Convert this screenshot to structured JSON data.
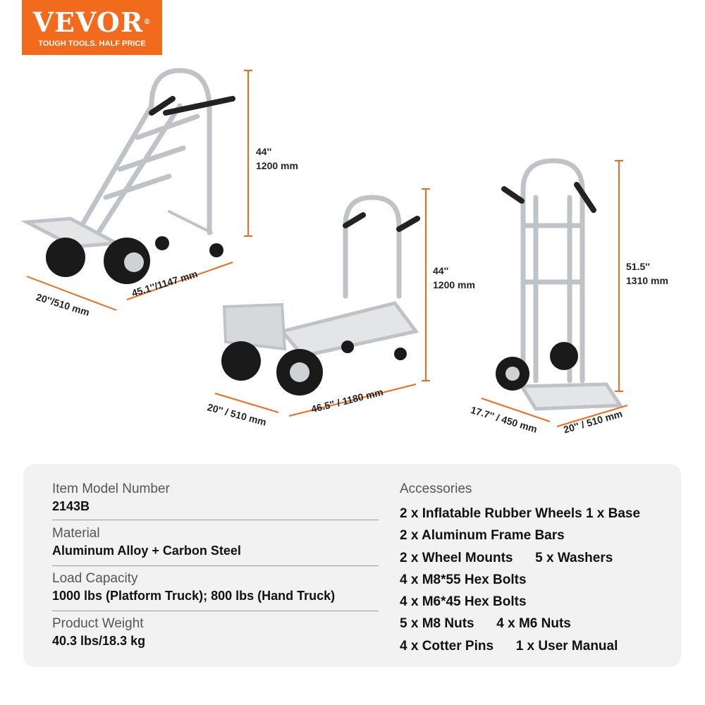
{
  "logo": {
    "brand": "VEVOR",
    "registered": "®",
    "tagline": "TOUGH TOOLS. HALF PRICE"
  },
  "accent_color": "#f26a1b",
  "dimensions": {
    "left_height": [
      "44''",
      "1200 mm"
    ],
    "left_width": "20''/510 mm",
    "left_length": "45.1''/1147 mm",
    "middle_height": [
      "44''",
      "1200 mm"
    ],
    "middle_width": "20'' / 510 mm",
    "middle_length": "46.5'' / 1180 mm",
    "right_height": [
      "51.5''",
      "1310 mm"
    ],
    "right_depth": "17.7'' / 450 mm",
    "right_width": "20'' / 510 mm"
  },
  "specs": [
    {
      "label": "Item Model Number",
      "value": "2143B"
    },
    {
      "label": "Material",
      "value": "Aluminum Alloy + Carbon Steel"
    },
    {
      "label": "Load Capacity",
      "value": "1000 lbs (Platform Truck); 800 lbs (Hand Truck)"
    },
    {
      "label": "Product Weight",
      "value": "40.3 lbs/18.3 kg"
    }
  ],
  "accessories": {
    "title": "Accessories",
    "rows": [
      "2 x Inflatable Rubber Wheels 1 x Base",
      "2 x Aluminum Frame Bars",
      "2 x Wheel Mounts      5 x Washers",
      "4 x M8*55 Hex Bolts",
      "4 x M6*45 Hex Bolts",
      "5 x M8 Nuts      4 x M6 Nuts",
      "4 x Cotter Pins      1 x User Manual"
    ]
  }
}
